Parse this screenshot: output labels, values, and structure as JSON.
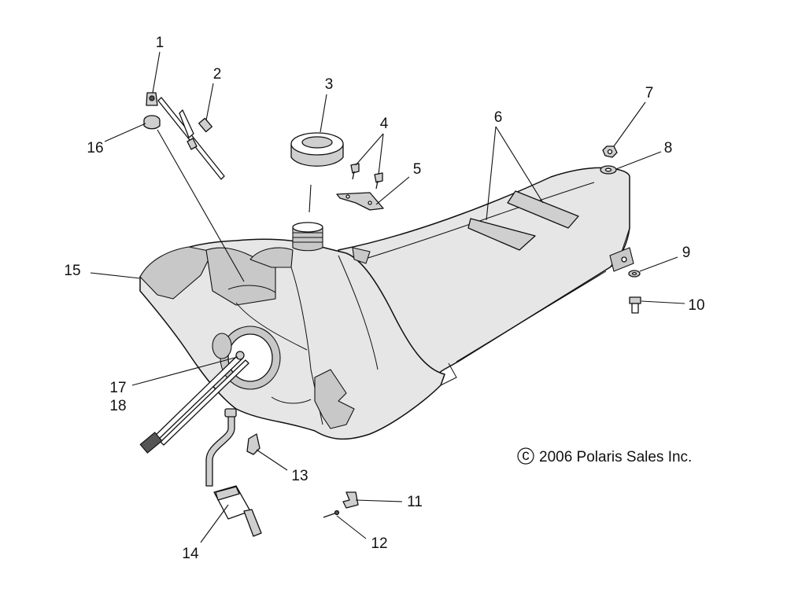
{
  "callouts": [
    "1",
    "2",
    "3",
    "4",
    "5",
    "6",
    "7",
    "8",
    "9",
    "10",
    "11",
    "12",
    "13",
    "14",
    "15",
    "16",
    "17",
    "18"
  ],
  "copyright": "2006 Polaris Sales Inc.",
  "copyright_symbol": "c"
}
